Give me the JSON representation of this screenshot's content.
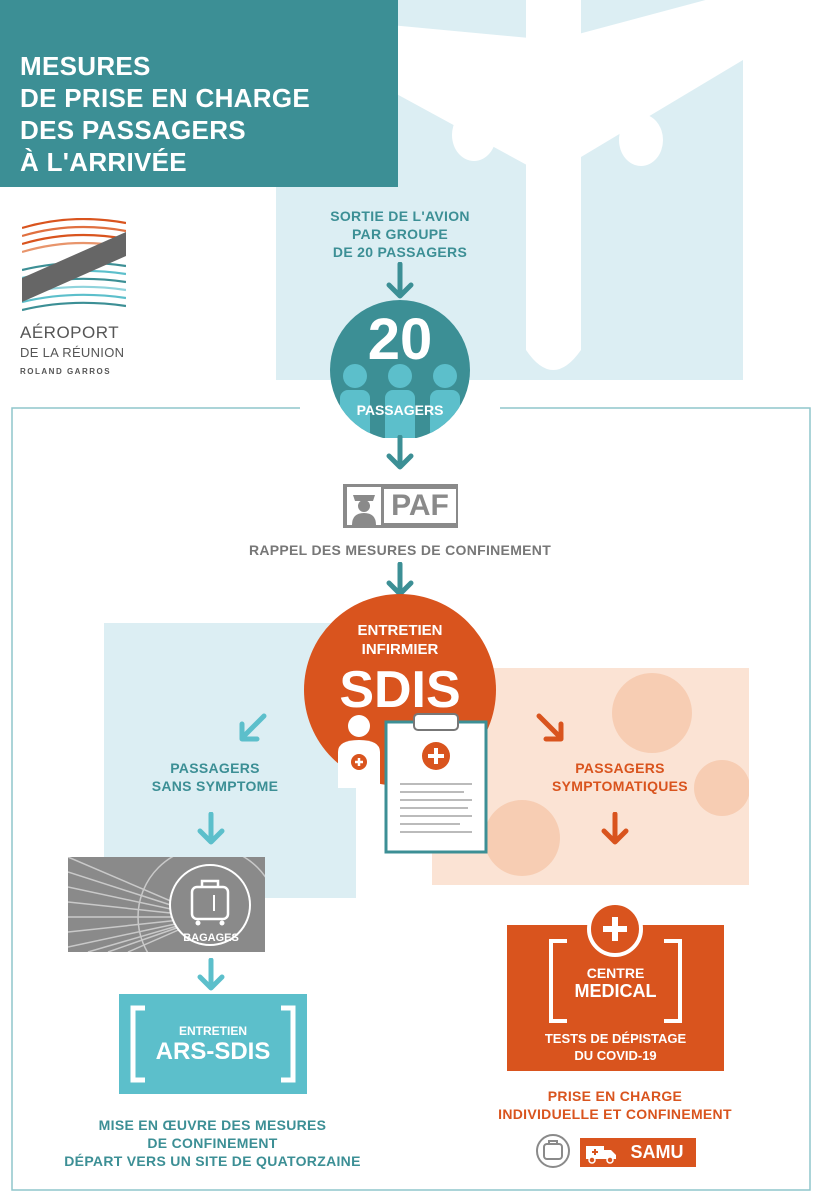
{
  "header": {
    "title_lines": [
      "MESURES",
      "DE PRISE EN CHARGE",
      "DES PASSAGERS",
      "À L'ARRIVÉE"
    ]
  },
  "logo": {
    "line1": "AÉROPORT",
    "line2": "DE LA RÉUNION",
    "line3": "ROLAND GARROS"
  },
  "steps": {
    "exit_lines": [
      "SORTIE DE L'AVION",
      "PAR GROUPE",
      "DE 20 PASSAGERS"
    ],
    "group_number": "20",
    "group_label": "PASSAGERS",
    "paf_label": "PAF",
    "paf_caption": "RAPPEL DES MESURES DE CONFINEMENT",
    "sdis_line1": "ENTRETIEN",
    "sdis_line2": "INFIRMIER",
    "sdis_big": "SDIS"
  },
  "left_branch": {
    "title_lines": [
      "PASSAGERS",
      "SANS SYMPTOME"
    ],
    "baggage_label": "BAGAGES",
    "ars_small": "ENTRETIEN",
    "ars_big": "ARS-SDIS",
    "footer_lines": [
      "MISE EN ŒUVRE DES MESURES",
      "DE CONFINEMENT",
      "DÉPART VERS UN SITE DE QUATORZAINE"
    ]
  },
  "right_branch": {
    "title_lines": [
      "PASSAGERS",
      "SYMPTOMATIQUES"
    ],
    "medical_line1": "CENTRE",
    "medical_line2": "MEDICAL",
    "test_lines": [
      "TESTS DE DÉPISTAGE",
      "DU COVID-19"
    ],
    "footer_lines": [
      "PRISE EN CHARGE",
      "INDIVIDUELLE ET CONFINEMENT"
    ],
    "samu_label": "SAMU"
  },
  "colors": {
    "teal": "#3c8f95",
    "light_blue": "#dceef3",
    "orange": "#d9541e",
    "light_orange": "#fbe3d4",
    "grey": "#8a8a8a",
    "cyan_box": "#5cbfcb"
  }
}
